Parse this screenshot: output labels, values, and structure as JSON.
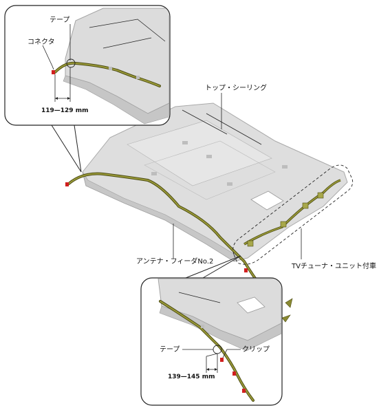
{
  "labels": {
    "tape_top": "テープ",
    "connector": "コネクタ",
    "dim_top": "119—129 mm",
    "roof_lining": "トップ・シーリング",
    "antenna_feeder": "アンテナ・フィーダNo.2",
    "tv_tuner": "TVチューナ・ユニット付車",
    "tape_bottom": "テープ",
    "clip": "クリップ",
    "dim_bottom": "139—145 mm"
  },
  "colors": {
    "cable": "#8a8a32",
    "cable_dark": "#4d4d14",
    "connector": "#d01f1f",
    "panel": "#dcdcdc",
    "panel_dark": "#b8b8b8"
  }
}
